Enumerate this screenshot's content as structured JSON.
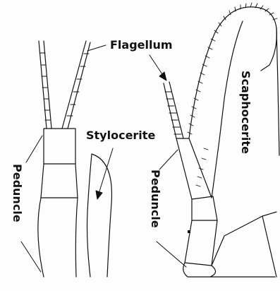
{
  "labels": {
    "flagellum": "Flagellum",
    "stylocerite": "Stylocerite",
    "peduncle_left": "Peduncle",
    "peduncle_right": "Peduncle",
    "scaphocerite": "Scaphocerite"
  },
  "colors": {
    "ink": "#111111",
    "background": "#fdfdfd"
  }
}
